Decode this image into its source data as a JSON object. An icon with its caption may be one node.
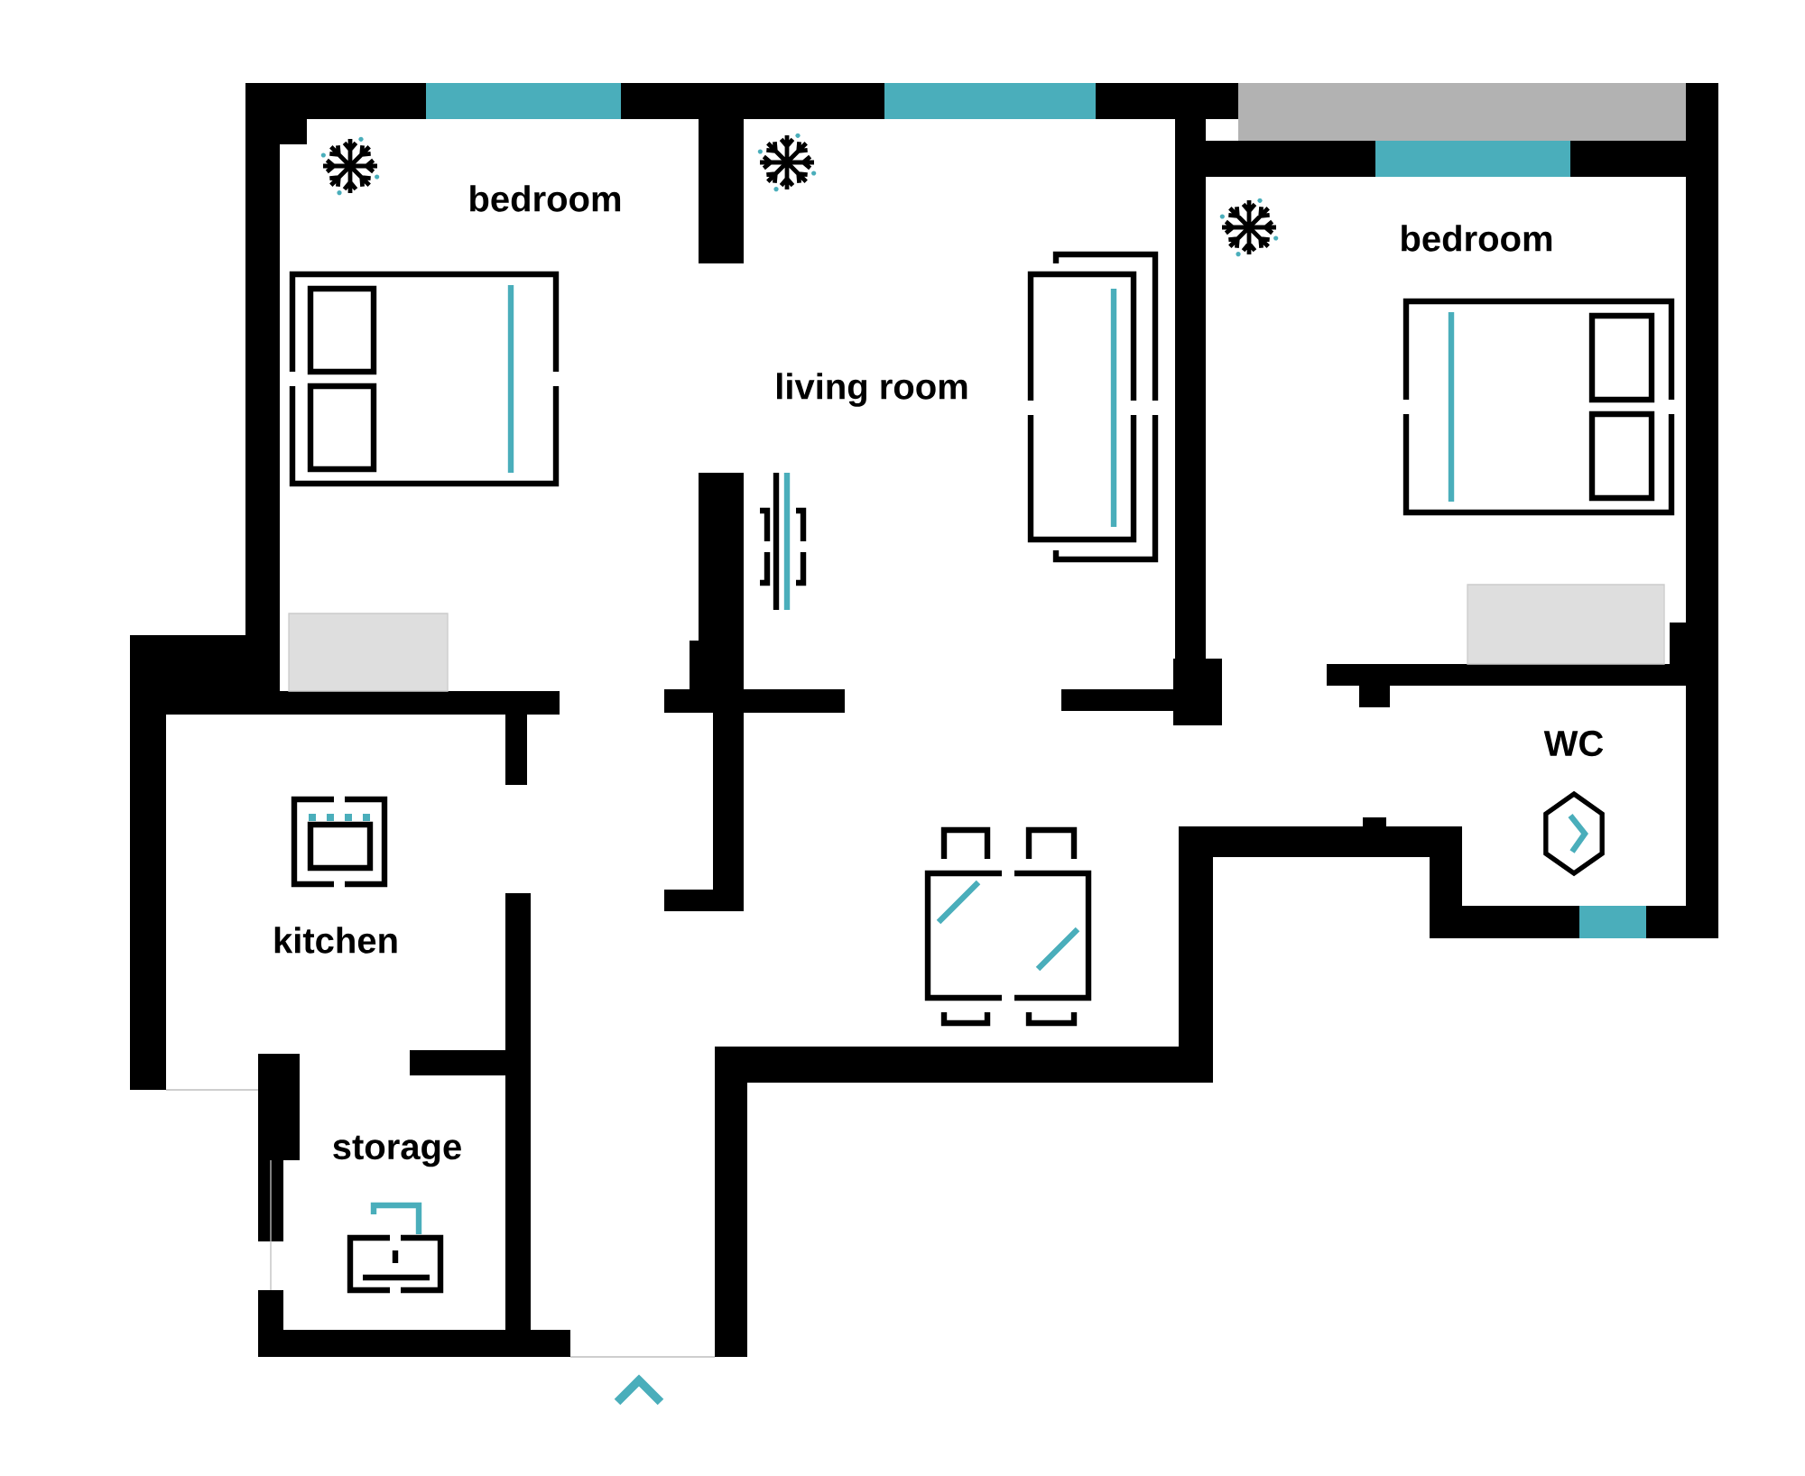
{
  "diagram": {
    "labels": [
      "bedroom",
      "living room",
      "bedroom",
      "WC",
      "kitchen",
      "storage"
    ]
  }
}
